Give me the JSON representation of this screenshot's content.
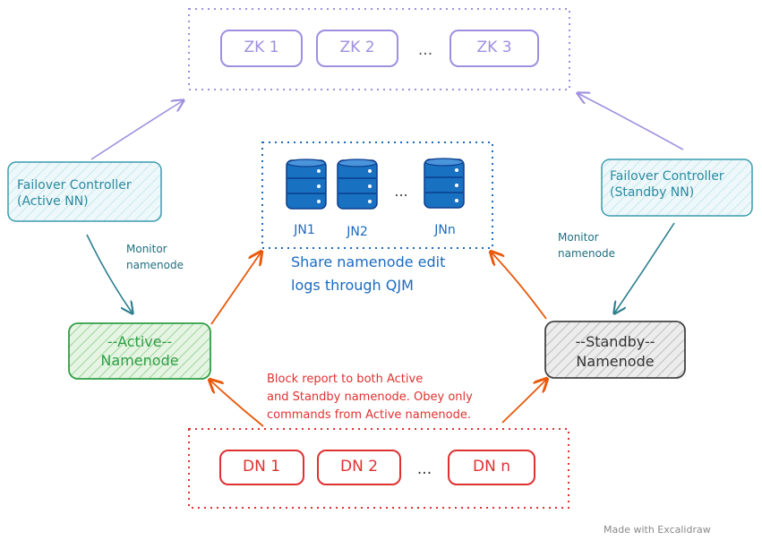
{
  "zookeeper": {
    "nodes": [
      "ZK 1",
      "ZK 2",
      "ZK 3"
    ],
    "ellipsis": "..."
  },
  "failover_active": {
    "line1": "Failover Controller",
    "line2": "(Active NN)"
  },
  "failover_standby": {
    "line1": "Failover Controller",
    "line2": "(Standby NN)"
  },
  "monitor_left": {
    "line1": "Monitor",
    "line2": "namenode"
  },
  "monitor_right": {
    "line1": "Monitor",
    "line2": "namenode"
  },
  "journal": {
    "nodes": [
      "JN1",
      "JN2",
      "JNn"
    ],
    "ellipsis": "...",
    "caption_line1": "Share namenode edit",
    "caption_line2": "logs through QJM"
  },
  "active_nn": {
    "line1": "--Active--",
    "line2": "Namenode"
  },
  "standby_nn": {
    "line1": "--Standby--",
    "line2": "Namenode"
  },
  "block_report": {
    "line1": "Block report to both Active",
    "line2": "and Standby namenode. Obey only",
    "line3": "commands from Active namenode."
  },
  "datanodes": {
    "nodes": [
      "DN 1",
      "DN 2",
      "DN n"
    ],
    "ellipsis": "..."
  },
  "watermark": "Made with Excalidraw",
  "colors": {
    "zk": "#9f8fe0",
    "failover": "#3a9bb0",
    "failover_fill": "#dff2f5",
    "monitor_arrow": "#2f7f8f",
    "journal": "#1b6bc0",
    "db": "#1971c2",
    "active": "#2f9e44",
    "active_fill": "#cdebc9",
    "standby": "#444444",
    "standby_fill": "#d6d6d6",
    "red": "#e03131",
    "orange": "#e8590c",
    "watermark": "#888888"
  }
}
